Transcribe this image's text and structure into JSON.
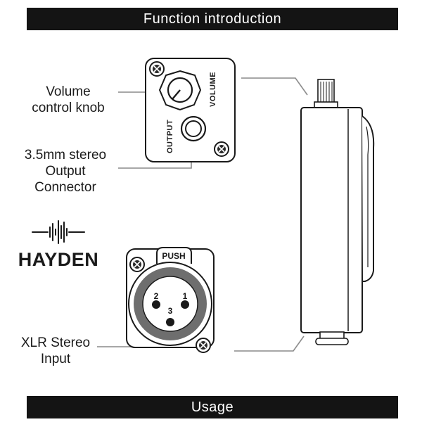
{
  "banners": {
    "top": "Function introduction",
    "bottom": "Usage"
  },
  "labels": {
    "volume": [
      "Volume",
      "control knob"
    ],
    "output": [
      "3.5mm stereo",
      "Output",
      "Connector"
    ],
    "xlr": [
      "XLR Stereo",
      "Input"
    ]
  },
  "panel": {
    "volume_text": "VOLUME",
    "output_text": "OUTPUT"
  },
  "xlr": {
    "push_text": "PUSH",
    "pins": [
      "2",
      "1",
      "3"
    ]
  },
  "brand": {
    "name": "HAYDEN",
    "logo_icon": "soundwave-icon"
  }
}
